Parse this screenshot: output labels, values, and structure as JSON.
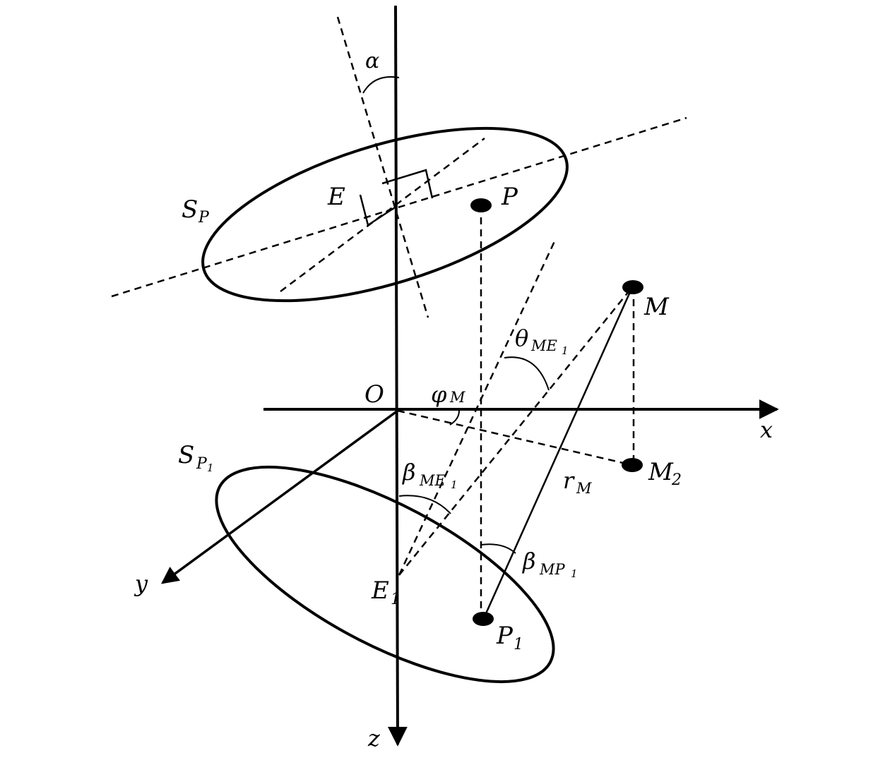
{
  "labels": {
    "alpha": "α",
    "E": "E",
    "P": "P",
    "SP_main": "S",
    "SP_sub": "P",
    "O": "O",
    "phi_main": "φ",
    "phi_sub": "M",
    "theta_main": "θ",
    "theta_sub1": "ME",
    "theta_sub2": "1",
    "M": "M",
    "x": "x",
    "SP1_main": "S",
    "SP1_sub1": "P",
    "SP1_sub2": "1",
    "betaME_main": "β",
    "betaME_sub1": "ME",
    "betaME_sub2": "1",
    "M2_main": "M",
    "M2_sub": "2",
    "rM_main": "r",
    "rM_sub": "M",
    "betaMP_main": "β",
    "betaMP_sub1": "MP",
    "betaMP_sub2": "1",
    "y": "y",
    "E1_main": "E",
    "E1_sub": "1",
    "P1_main": "P",
    "P1_sub": "1",
    "z": "z"
  }
}
